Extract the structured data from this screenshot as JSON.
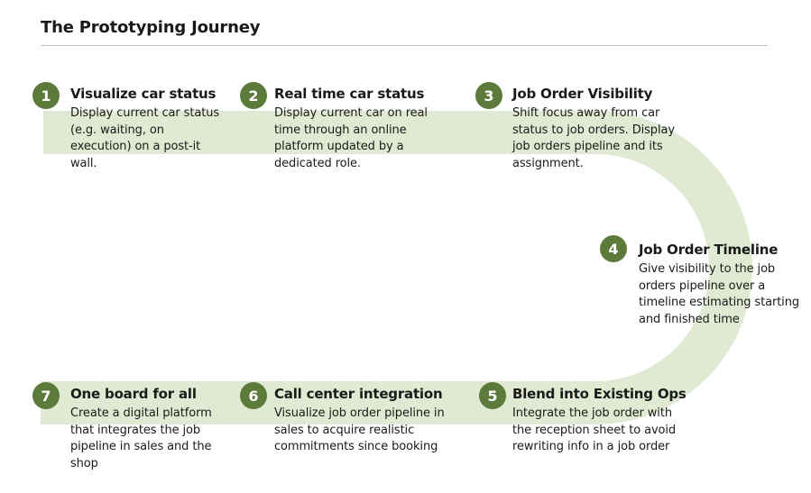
{
  "header": {
    "title": "The Prototyping Journey"
  },
  "colors": {
    "accent": "#5c7a3a",
    "band": "#e0e9d2",
    "rule": "#b9c3ad"
  },
  "steps": [
    {
      "number": "1",
      "title": "Visualize car status",
      "description": "Display current car status (e.g. waiting, on execution) on a post-it wall."
    },
    {
      "number": "2",
      "title": "Real time car status",
      "description": "Display current car on real time through an online platform updated by a dedicated role."
    },
    {
      "number": "3",
      "title": "Job Order Visibility",
      "description": "Shift focus away from car status to job orders. Display job orders pipeline and its assignment."
    },
    {
      "number": "4",
      "title": "Job Order Timeline",
      "description": "Give visibility to the job orders pipeline over a timeline estimating starting and finished time"
    },
    {
      "number": "5",
      "title": "Blend into Existing Ops",
      "description": "Integrate the job order with the reception sheet to avoid rewriting info in a job order"
    },
    {
      "number": "6",
      "title": "Call center integration",
      "description": "Visualize job order pipeline in sales to acquire realistic commitments since booking"
    },
    {
      "number": "7",
      "title": "One board for all",
      "description": "Create a digital platform that integrates the job pipeline in sales and the shop"
    }
  ]
}
